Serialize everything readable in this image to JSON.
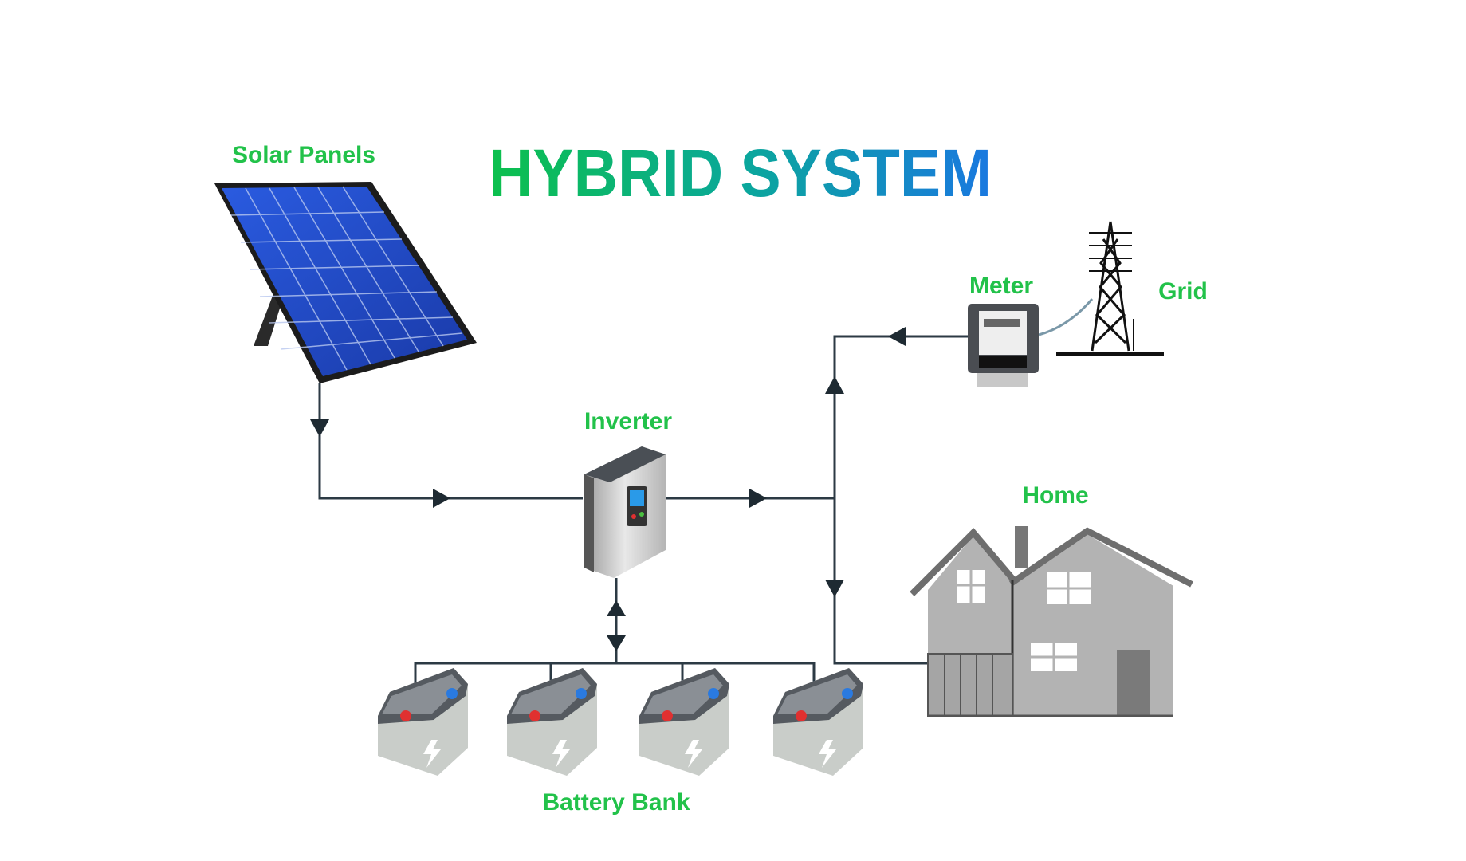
{
  "title": "HYBRID SYSTEM",
  "labels": {
    "solar": "Solar Panels",
    "inverter": "Inverter",
    "meter": "Meter",
    "grid": "Grid",
    "home": "Home",
    "battery": "Battery Bank"
  },
  "colors": {
    "label_green": "#22c24a",
    "title_start": "#0cc04c",
    "title_end": "#1a78e0",
    "wire": "#2c3a44",
    "panel_blue": "#1f49c8"
  },
  "icons": [
    "solar-panel-icon",
    "inverter-icon",
    "meter-icon",
    "transmission-tower-icon",
    "house-icon",
    "battery-icon"
  ]
}
